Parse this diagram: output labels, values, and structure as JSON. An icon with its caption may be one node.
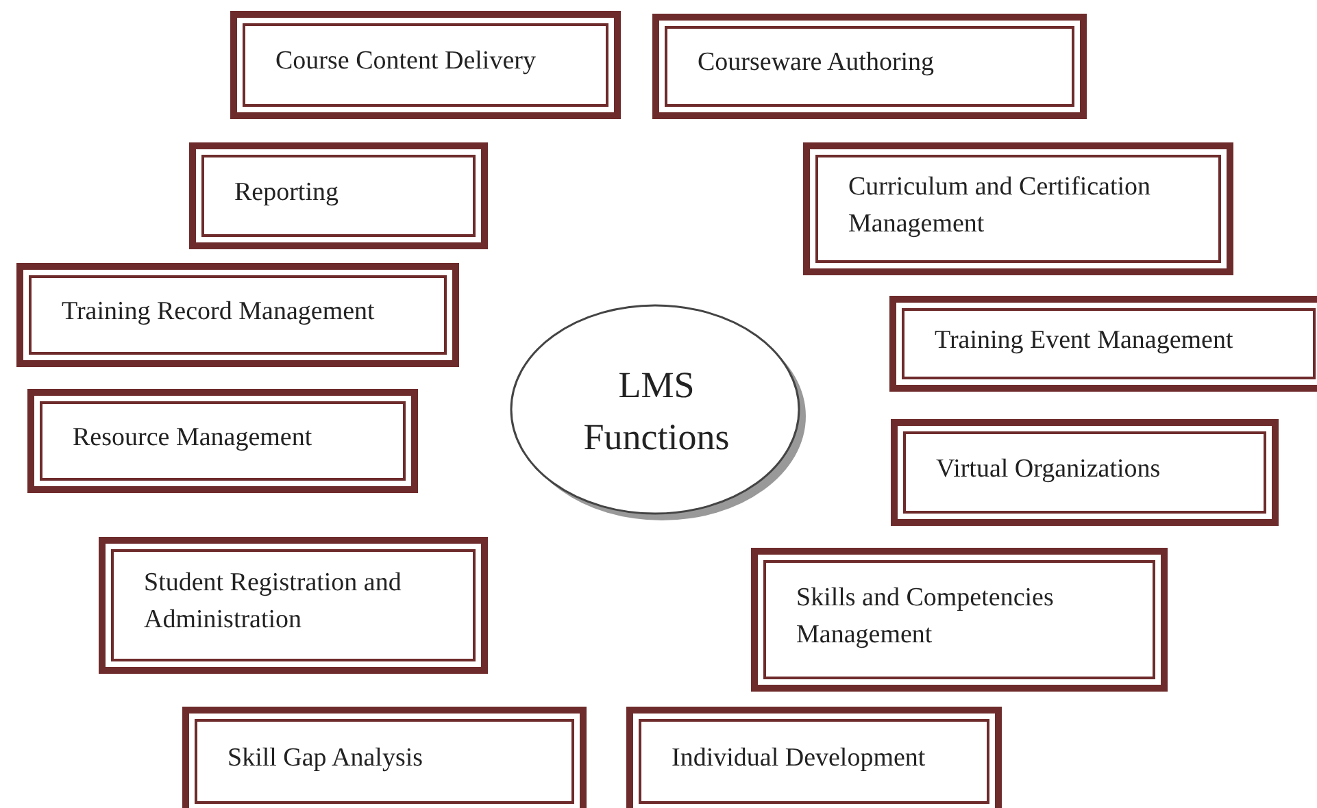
{
  "diagram": {
    "nodes": [
      {
        "text": [
          "Course Content Delivery"
        ]
      },
      {
        "text": [
          "Courseware Authoring"
        ]
      },
      {
        "text": [
          "Reporting"
        ]
      },
      {
        "text": [
          "Curriculum and Certification Management"
        ]
      },
      {
        "text": [
          "Training Record Management"
        ]
      },
      {
        "text": [
          "Training Event Management"
        ]
      },
      {
        "text": [
          "LMS Functions"
        ]
      },
      {
        "text": [
          "Resource Management"
        ]
      },
      {
        "text": [
          "Virtual Organizations"
        ]
      },
      {
        "text": [
          "Student Registration and Administration"
        ]
      },
      {
        "text": [
          "Skills and Competencies Management"
        ]
      },
      {
        "text": [
          "Skill Gap Analysis"
        ]
      },
      {
        "text": [
          "Individual Development"
        ]
      }
    ],
    "edges": []
  }
}
